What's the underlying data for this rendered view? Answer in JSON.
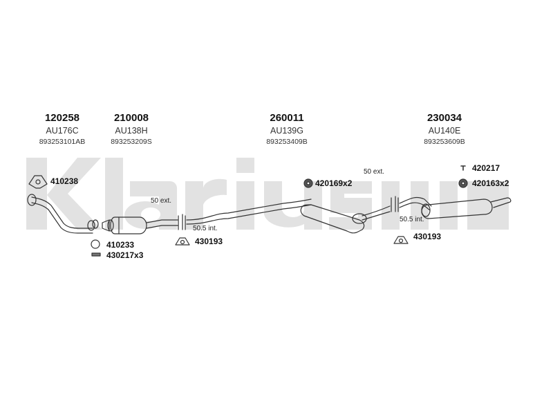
{
  "brand": {
    "watermark": "Klarius"
  },
  "sections": [
    {
      "part_no": "120258",
      "ref": "AU176C",
      "oem": "893253101AB"
    },
    {
      "part_no": "210008",
      "ref": "AU138H",
      "oem": "893253209S"
    },
    {
      "part_no": "260011",
      "ref": "AU139G",
      "oem": "893253409B"
    },
    {
      "part_no": "230034",
      "ref": "AU140E",
      "oem": "893253609B"
    }
  ],
  "accessories": {
    "gasket_a": "410238",
    "ring_a": "410233",
    "clamp_a": "430217x3",
    "hanger_a": "430193",
    "mount_a": "420169x2",
    "bolt_b": "420217",
    "mount_b": "420163x2",
    "hanger_b": "430193"
  },
  "notes": {
    "ext_a": "50 ext.",
    "int_a": "50.5 int.",
    "ext_b": "50 ext.",
    "int_b": "50.5 int."
  }
}
